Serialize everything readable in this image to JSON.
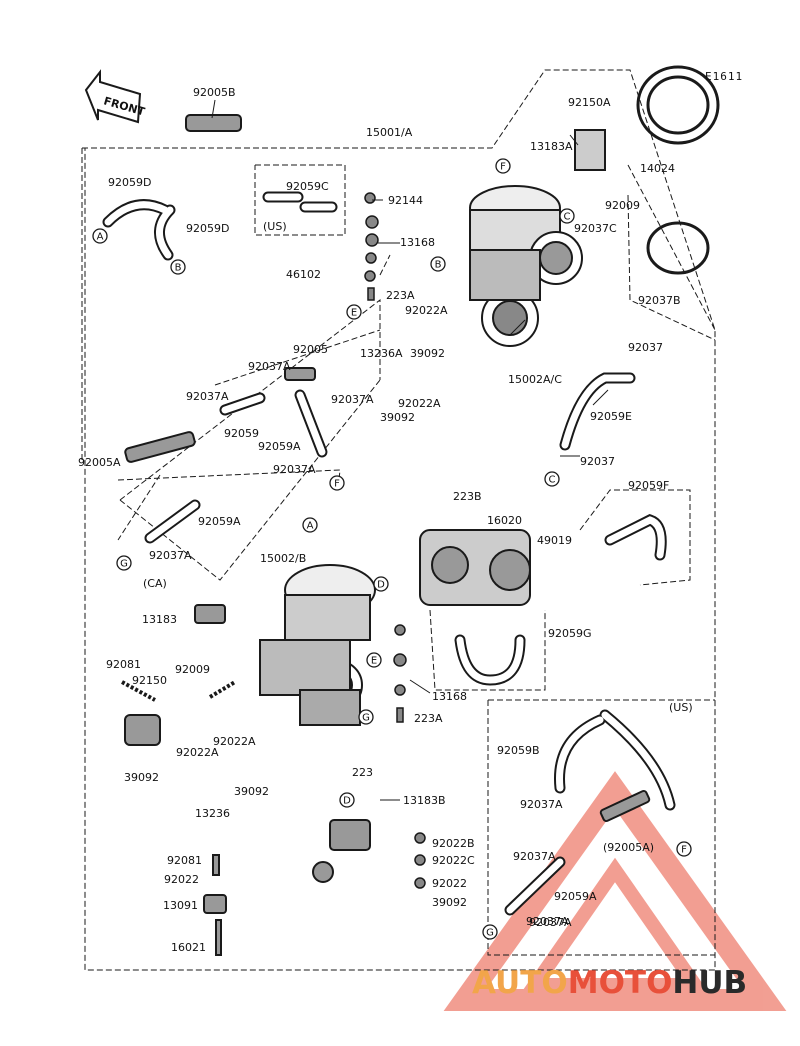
{
  "diagram": {
    "code": "E1611",
    "front_label": "FRONT",
    "part_labels": [
      "92005B",
      "15001/A",
      "92150A",
      "13183A",
      "92059D",
      "92059C",
      "92144",
      "92009",
      "14024",
      "92037C",
      "13168",
      "92059D",
      "(US)",
      "46102",
      "223A",
      "92037B",
      "92022A",
      "13236A",
      "39092",
      "92037",
      "92005",
      "15002A/C",
      "92037A",
      "92037A",
      "92022A",
      "92059E",
      "92037A",
      "92059",
      "39092",
      "92059A",
      "92005A",
      "92037",
      "92037A",
      "223B",
      "92059F",
      "92059A",
      "16020",
      "49019",
      "92037A",
      "(CA)",
      "15002/B",
      "13183",
      "92059G",
      "92081",
      "92150",
      "92009",
      "13168",
      "223A",
      "92022A",
      "92022A",
      "(US)",
      "92059B",
      "39092",
      "39092",
      "223",
      "13236",
      "13183B",
      "92037A",
      "(92005A)",
      "92037A",
      "92081",
      "92022B",
      "92037A",
      "92022C",
      "92022",
      "92022",
      "13091",
      "92059A",
      "39092",
      "92037A",
      "16021"
    ],
    "circle_labels": [
      "A",
      "B",
      "F",
      "C",
      "B",
      "E",
      "C",
      "F",
      "G",
      "A",
      "D",
      "E",
      "G",
      "D",
      "F",
      "G"
    ]
  },
  "watermark": {
    "part1": "AUTO",
    "part2": "MOTO",
    "part3": "HUB"
  },
  "colors": {
    "line": "#1a1a1a",
    "accent": "#e8503a",
    "dark": "#2a2a2a"
  }
}
